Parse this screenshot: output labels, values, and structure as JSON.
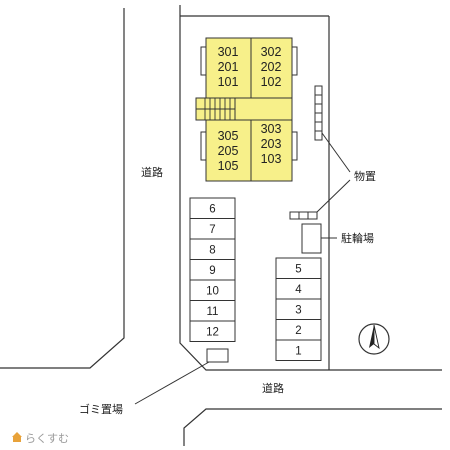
{
  "map": {
    "road_label_left": "道路",
    "road_label_bottom": "道路",
    "storage_label": "物置",
    "bicycle_parking_label": "駐輪場",
    "garbage_label": "ゴミ置場",
    "north_marker": "N",
    "brand": "らくすむ"
  },
  "building": {
    "color": "#f7f08a",
    "blocks": [
      {
        "units": [
          "301",
          "201",
          "101"
        ]
      },
      {
        "units": [
          "302",
          "202",
          "102"
        ]
      },
      {
        "units": [
          "305",
          "205",
          "105"
        ]
      },
      {
        "units": [
          "303",
          "203",
          "103"
        ]
      }
    ]
  },
  "parking": {
    "left_column": [
      "6",
      "7",
      "8",
      "9",
      "10",
      "11",
      "12"
    ],
    "right_column": [
      "5",
      "4",
      "3",
      "2",
      "1"
    ]
  }
}
